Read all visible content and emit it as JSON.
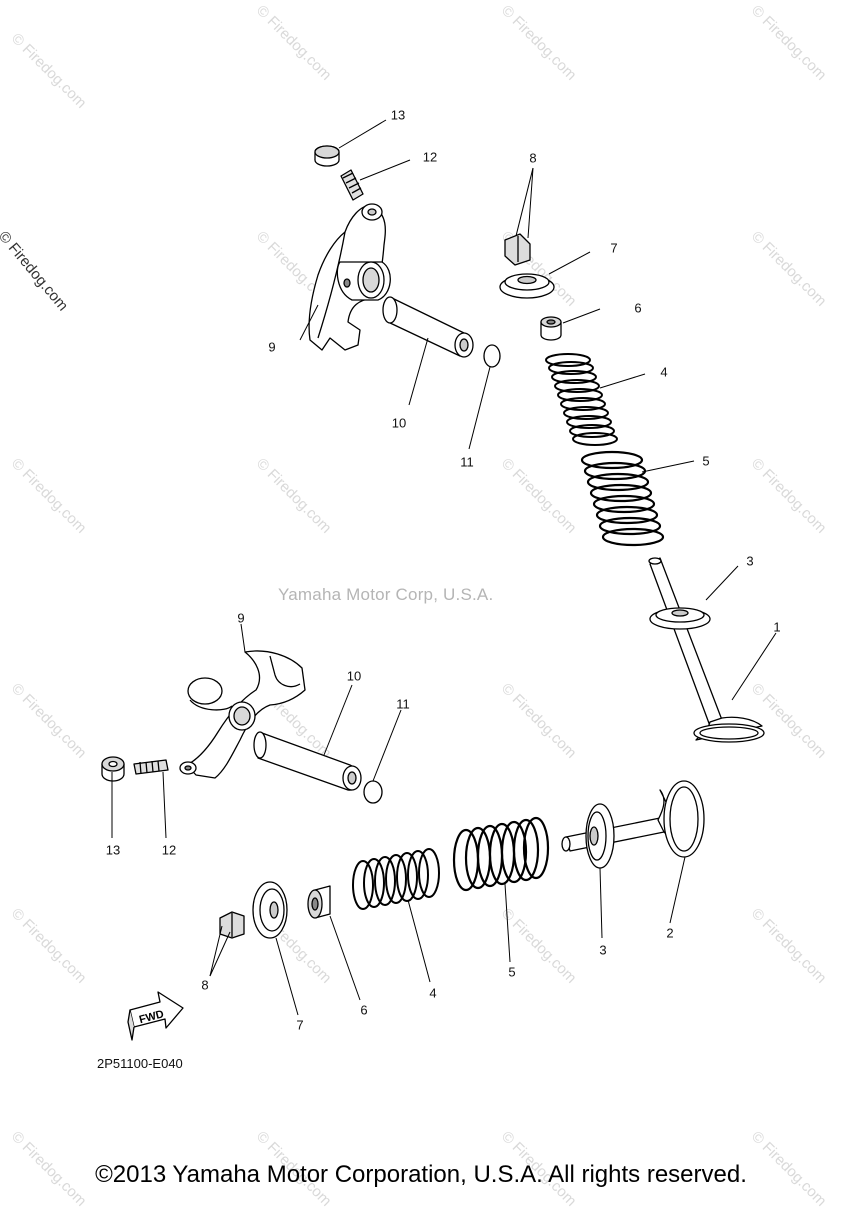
{
  "watermark": {
    "text": "© Firedog.com",
    "center_text": "Yamaha Motor Corp, U.S.A."
  },
  "side_mark": "© Firedog.com",
  "diagram_code": "2P51100-E040",
  "fwd_label": "FWD",
  "copyright": "©2013 Yamaha Motor Corporation, U.S.A. All rights reserved.",
  "callouts": {
    "c1": "1",
    "c2": "2",
    "c3_top": "3",
    "c3_bottom": "3",
    "c4_top": "4",
    "c4_bottom": "4",
    "c5_top": "5",
    "c5_bottom": "5",
    "c6_top": "6",
    "c6_bottom": "6",
    "c7_top": "7",
    "c7_bottom": "7",
    "c8_top": "8",
    "c8_bottom": "8",
    "c9_top": "9",
    "c9_bottom": "9",
    "c10_top": "10",
    "c10_bottom": "10",
    "c11_top": "11",
    "c11_bottom": "11",
    "c12_top": "12",
    "c12_bottom": "12",
    "c13_top": "13",
    "c13_bottom": "13"
  }
}
